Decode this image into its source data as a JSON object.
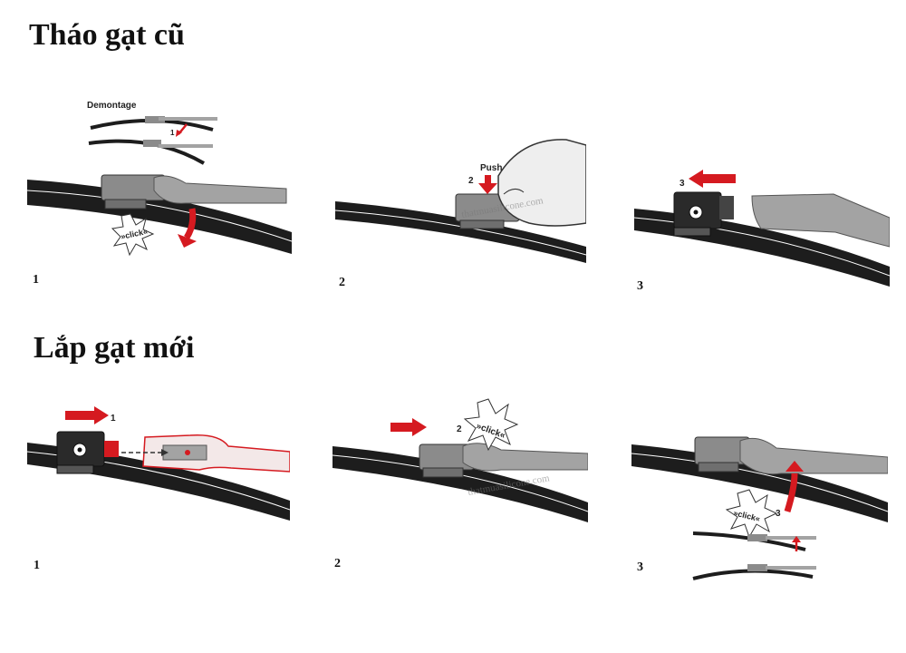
{
  "sections": {
    "removal": {
      "title": "Tháo gạt cũ",
      "steps": [
        {
          "number": "1",
          "label_demontage": "Demontage",
          "label_arrow_step": "1",
          "label_click": "»click«"
        },
        {
          "number": "2",
          "label_push": "Push",
          "label_step": "2",
          "watermark": "thatmuasilicone.com"
        },
        {
          "number": "3",
          "label_step": "3"
        }
      ]
    },
    "install": {
      "title": "Lắp gạt mới",
      "steps": [
        {
          "number": "1",
          "label_step": "1"
        },
        {
          "number": "2",
          "label_step": "2",
          "label_click": "»click«",
          "watermark": "thatmuasilicone.com"
        },
        {
          "number": "3",
          "label_step": "3",
          "label_click": "»click«"
        }
      ]
    }
  },
  "colors": {
    "arrow_red": "#d51a20",
    "blade_black": "#1d1d1d",
    "adapter_gray": "#8b8b8b",
    "arm_gray": "#a3a3a3",
    "hand_fill": "#eeeeee"
  }
}
